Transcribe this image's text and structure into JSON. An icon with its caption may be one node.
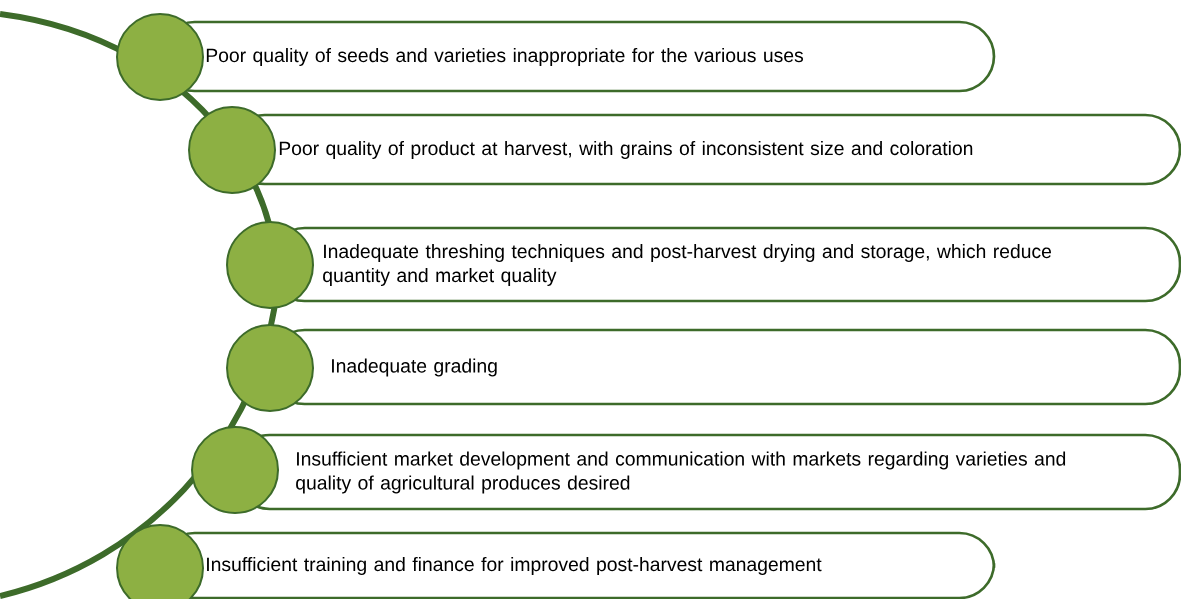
{
  "diagram": {
    "nodes": [
      {
        "text": [
          "Poor quality of seeds and varieties inappropriate for the various uses"
        ]
      },
      {
        "text": [
          "Poor quality of product at harvest, with grains of inconsistent size and coloration"
        ]
      },
      {
        "text": [
          "Inadequate threshing techniques and post-harvest drying and storage, which reduce quantity and market quality"
        ]
      },
      {
        "text": [
          "Inadequate grading"
        ]
      },
      {
        "text": [
          "Insufficient market development and communication with markets regarding varieties and quality of agricultural produces desired"
        ]
      },
      {
        "text": [
          "Insufficient training and finance for improved post-harvest management"
        ]
      }
    ]
  }
}
